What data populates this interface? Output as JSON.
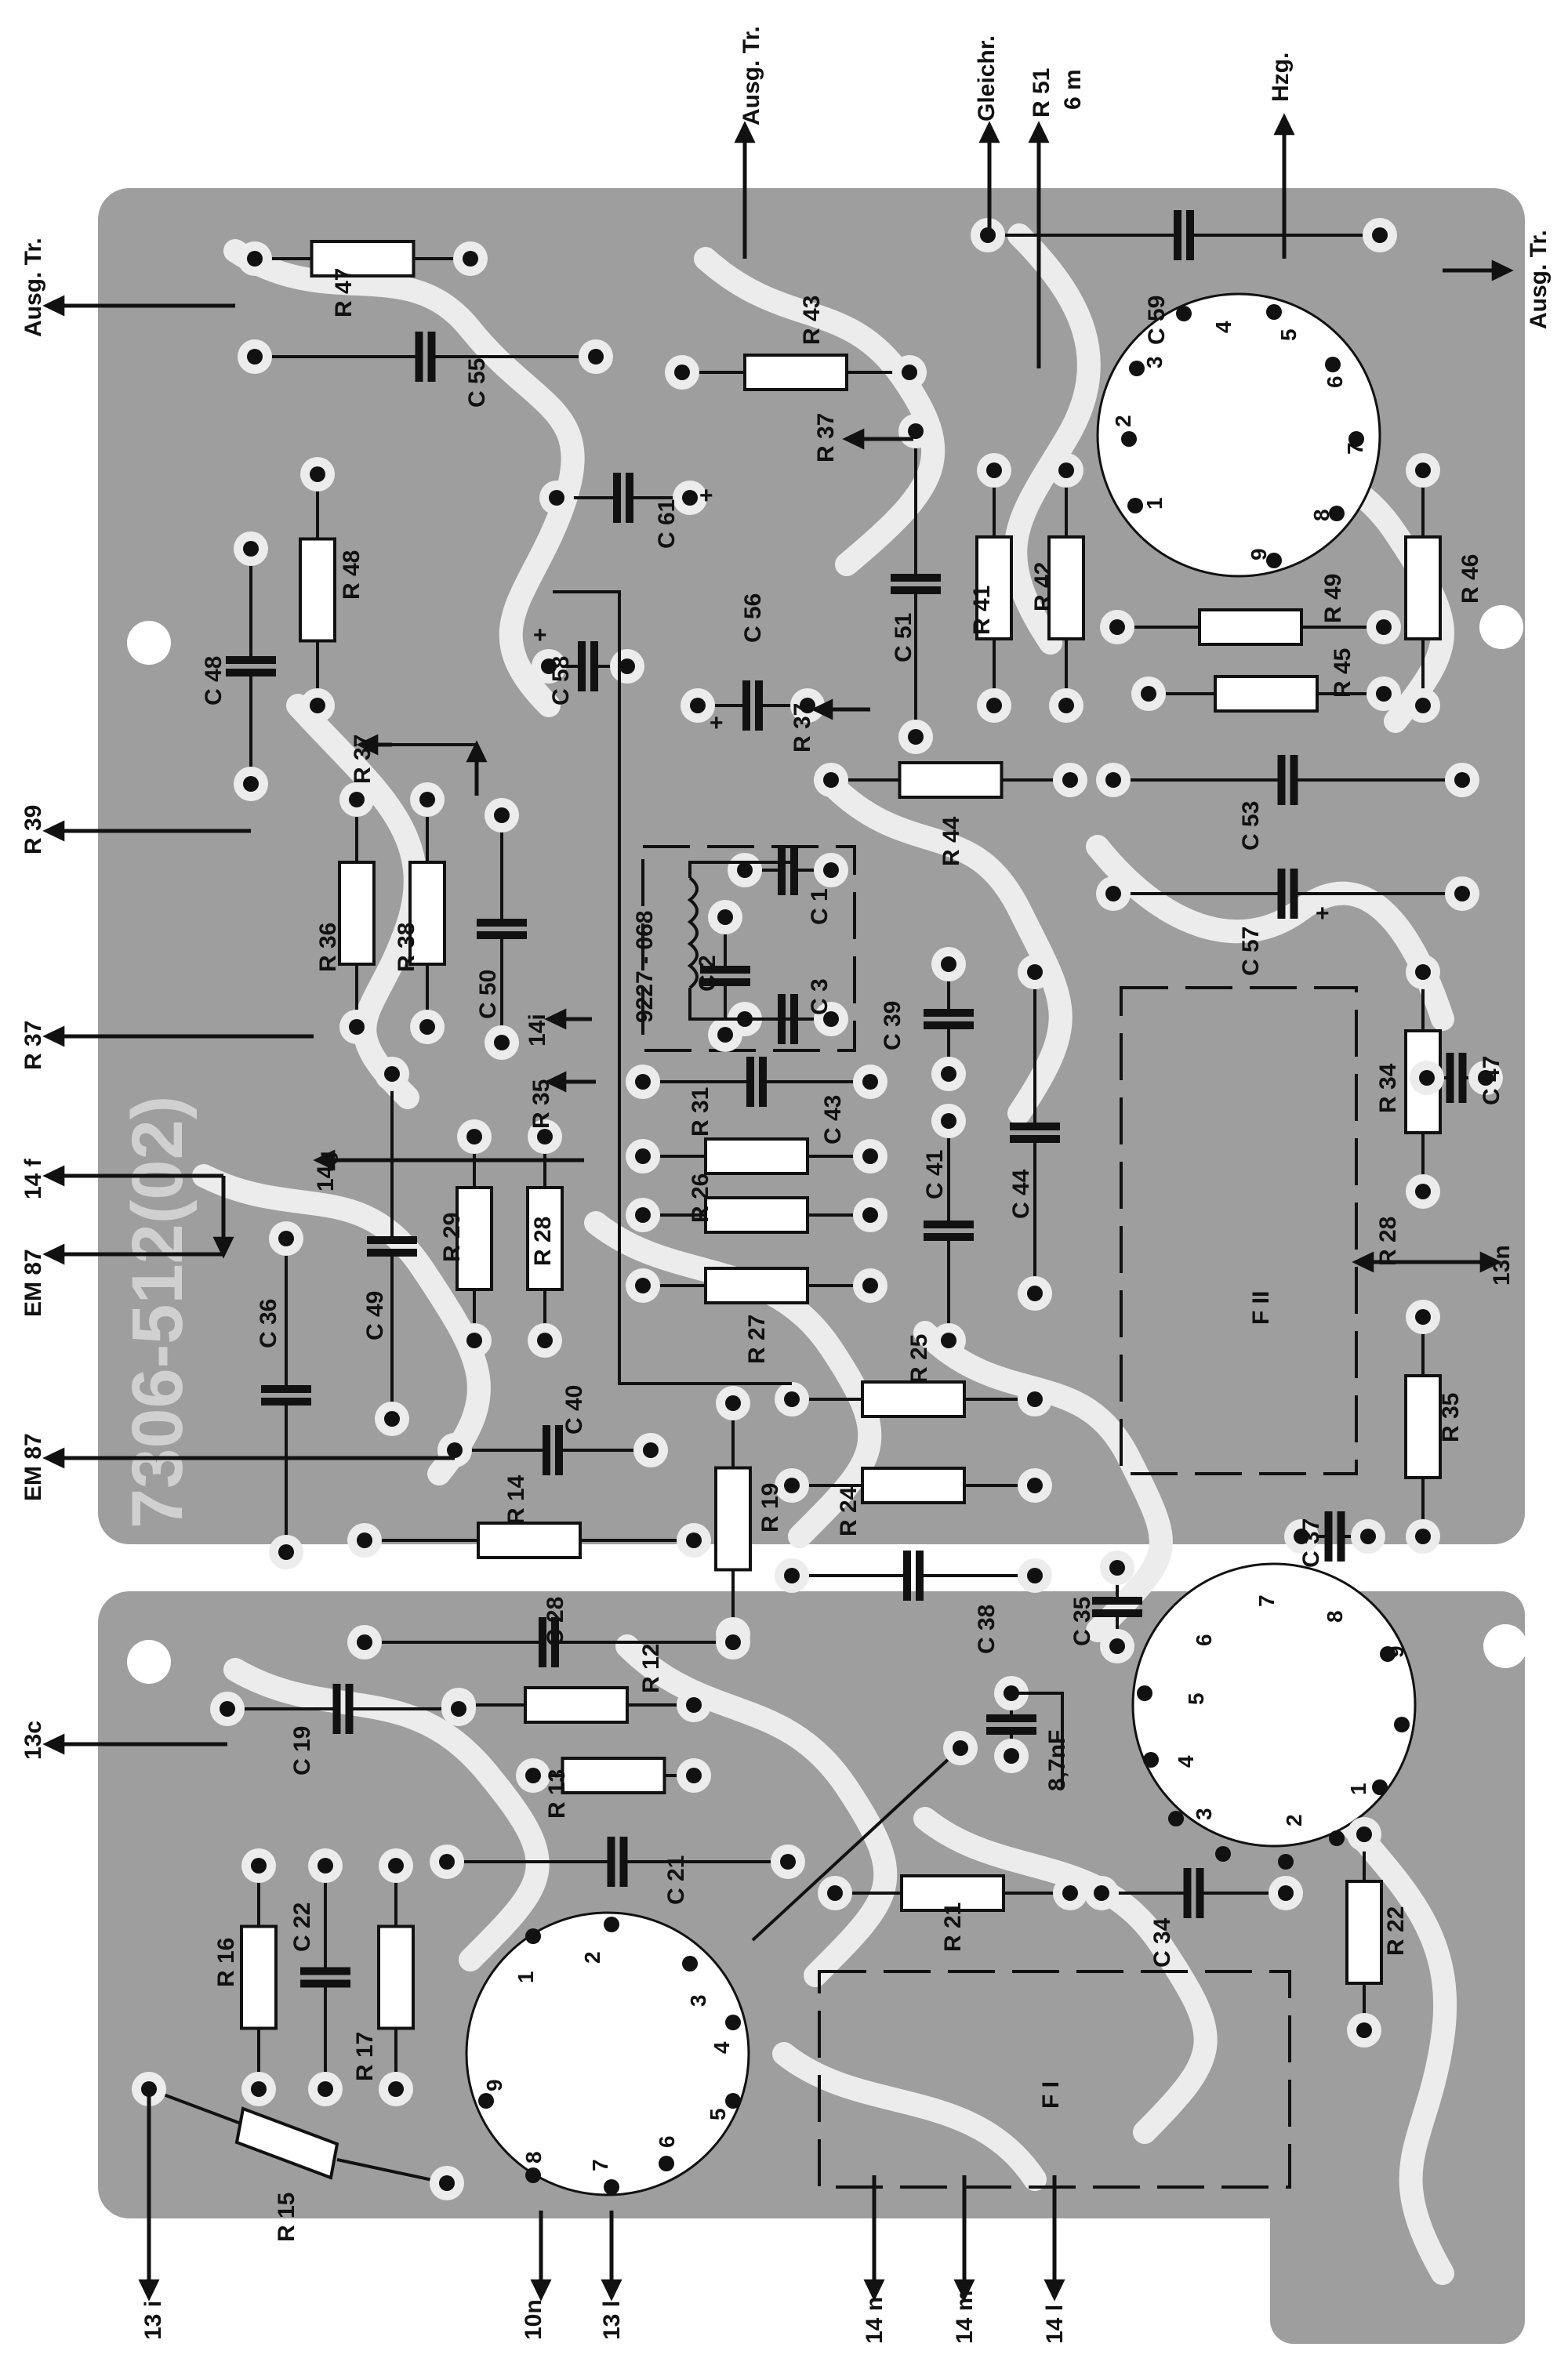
{
  "board_marking": "7306-512(02)",
  "colors": {
    "copper": "#9e9e9e",
    "pad_ring": "#e9e9e9",
    "ink": "#111111",
    "paper": "#ffffff"
  },
  "connections": {
    "ausg_tr_left": "Ausg. Tr.",
    "ausg_tr_top": "Ausg. Tr.",
    "gleichr": "Gleichr.",
    "r51": "R 51",
    "r51_pin": "6 m",
    "hzg": "Hzg.",
    "ausg_tr_right": "Ausg. Tr.",
    "r39": "R 39",
    "r37_left": "R 37",
    "r14f": "14 f",
    "em87_a": "EM 87",
    "em87_b": "EM 87",
    "c13": "13c",
    "i13": "13 i",
    "n10": "10n",
    "l13": "13 l",
    "n14": "14 n",
    "m14": "14 m",
    "l14": "14 l",
    "n13": "13n",
    "g14": "14g",
    "i14": "14i",
    "r35_mid": "R 35",
    "r37_a": "R 37",
    "r37_b": "R 37",
    "r37_c": "R 37",
    "r28_right": "R 28"
  },
  "components": {
    "r47": "R 47",
    "c55": "C 55",
    "r43": "R 43",
    "c59": "C 59",
    "c61": "C 61",
    "r48": "R 48",
    "c48": "C 48",
    "c58": "C 58",
    "c56": "C 56",
    "c51": "C 51",
    "r41": "R 41",
    "r42": "R 42",
    "r49": "R 49",
    "r46": "R 46",
    "r45": "R 45",
    "r44": "R 44",
    "c53": "C 53",
    "c57": "C 57",
    "r36": "R 36",
    "r38": "R 38",
    "c50": "C 50",
    "filter": "9227 - 068",
    "c1": "C 1",
    "c2": "C 2",
    "c3": "C 3",
    "c39": "C 39",
    "c43": "C 43",
    "r31": "R 31",
    "r26": "R 26",
    "r27": "R 27",
    "c41": "C 41",
    "c44": "C 44",
    "fii": "F II",
    "r34": "R 34",
    "c47": "C 47",
    "r29": "R 29",
    "r28": "R 28",
    "c49": "C 49",
    "c36": "C 36",
    "c40": "C 40",
    "r25": "R 25",
    "r24": "R 24",
    "r35": "R 35",
    "r14": "R 14",
    "r19": "R 19",
    "c28": "C 28",
    "c38": "C 38",
    "c35": "C 35",
    "c37": "C 37",
    "r12": "R 12",
    "c19": "C 19",
    "r13": "R 13",
    "c87": "8,7nF",
    "c21": "C 21",
    "r21": "R 21",
    "c34": "C 34",
    "r22": "R 22",
    "r16": "R 16",
    "c22": "C 22",
    "r17": "R 17",
    "r15": "R 15",
    "fi": "F I"
  },
  "tube_pins": [
    "1",
    "2",
    "3",
    "4",
    "5",
    "6",
    "7",
    "8",
    "9"
  ],
  "plus": "+"
}
